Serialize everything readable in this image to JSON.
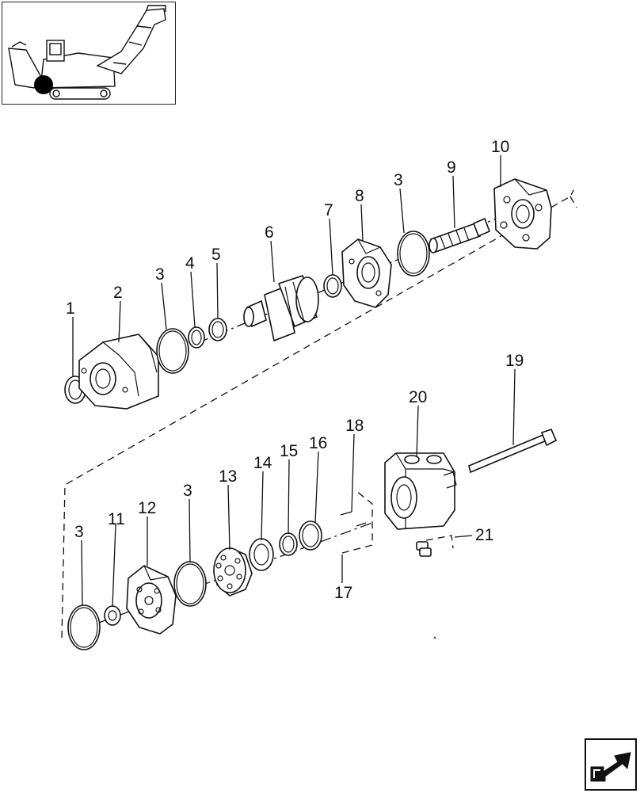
{
  "thumbnail": {
    "icon": "sugarcane-harvester-locator",
    "marker_color": "#000000"
  },
  "nav": {
    "icon": "next-page-arrow-icon"
  },
  "callouts": [
    {
      "id": "c1",
      "label": "1"
    },
    {
      "id": "c2",
      "label": "2"
    },
    {
      "id": "c3a",
      "label": "3"
    },
    {
      "id": "c4",
      "label": "4"
    },
    {
      "id": "c5",
      "label": "5"
    },
    {
      "id": "c6",
      "label": "6"
    },
    {
      "id": "c7",
      "label": "7"
    },
    {
      "id": "c8",
      "label": "8"
    },
    {
      "id": "c3b",
      "label": "3"
    },
    {
      "id": "c9",
      "label": "9"
    },
    {
      "id": "c10",
      "label": "10"
    },
    {
      "id": "c19",
      "label": "19"
    },
    {
      "id": "c20",
      "label": "20"
    },
    {
      "id": "c18",
      "label": "18"
    },
    {
      "id": "c16",
      "label": "16"
    },
    {
      "id": "c15",
      "label": "15"
    },
    {
      "id": "c14",
      "label": "14"
    },
    {
      "id": "c13",
      "label": "13"
    },
    {
      "id": "c3c",
      "label": "3"
    },
    {
      "id": "c12",
      "label": "12"
    },
    {
      "id": "c11",
      "label": "11"
    },
    {
      "id": "c3d",
      "label": "3"
    },
    {
      "id": "c21",
      "label": "21"
    },
    {
      "id": "c17",
      "label": "17"
    }
  ]
}
